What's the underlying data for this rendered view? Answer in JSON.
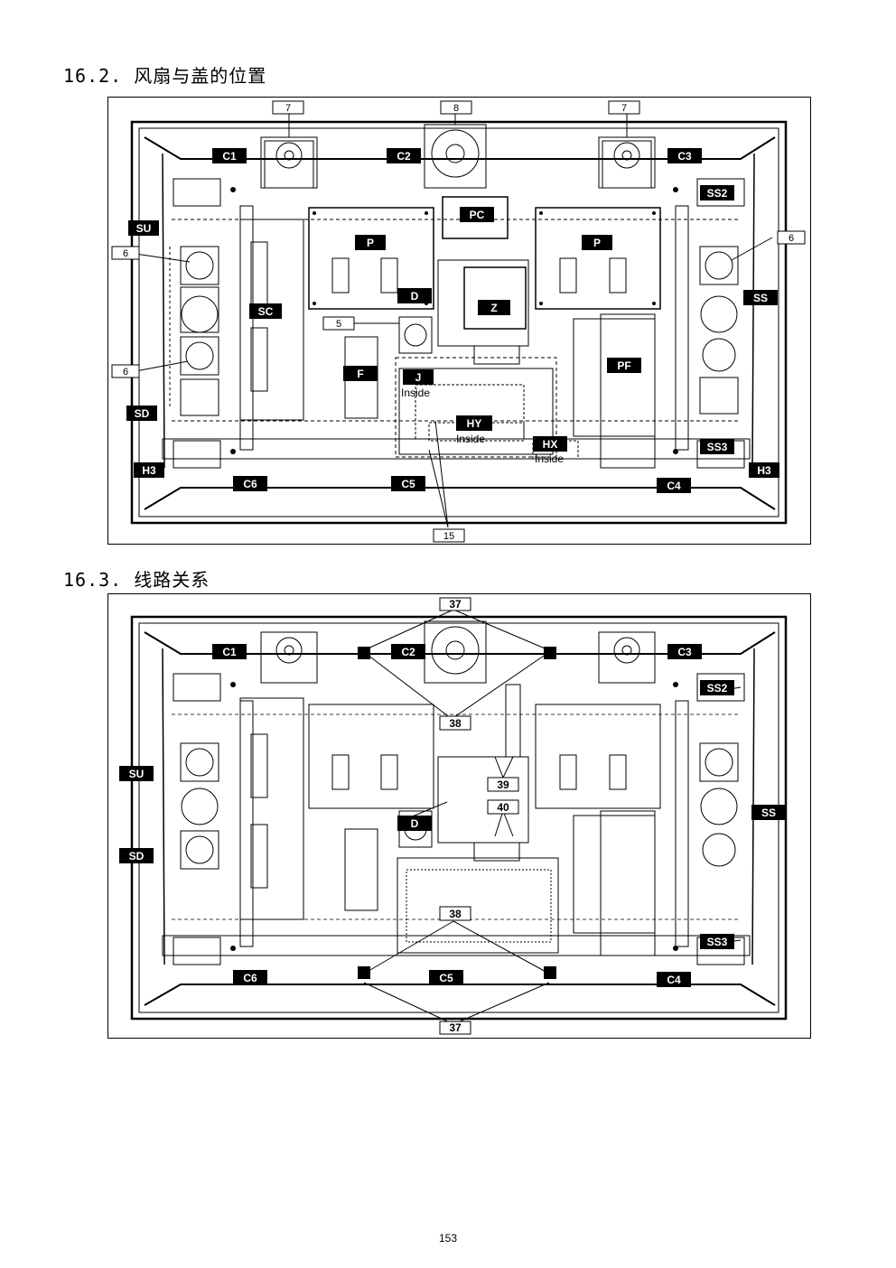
{
  "sections": [
    {
      "title": "16.2.  风扇与盖的位置"
    },
    {
      "title": "16.3.  线路关系"
    }
  ],
  "fig1": {
    "black_labels": [
      {
        "id": "C1",
        "t": "C1"
      },
      {
        "id": "C2",
        "t": "C2"
      },
      {
        "id": "C3",
        "t": "C3"
      },
      {
        "id": "SS2",
        "t": "SS2"
      },
      {
        "id": "SU",
        "t": "SU"
      },
      {
        "id": "PC",
        "t": "PC"
      },
      {
        "id": "P1",
        "t": "P"
      },
      {
        "id": "P2",
        "t": "P"
      },
      {
        "id": "D",
        "t": "D"
      },
      {
        "id": "Z",
        "t": "Z"
      },
      {
        "id": "SS",
        "t": "SS"
      },
      {
        "id": "SC",
        "t": "SC"
      },
      {
        "id": "F",
        "t": "F"
      },
      {
        "id": "J",
        "t": "J"
      },
      {
        "id": "PF",
        "t": "PF"
      },
      {
        "id": "SD",
        "t": "SD"
      },
      {
        "id": "HY",
        "t": "HY"
      },
      {
        "id": "HX",
        "t": "HX"
      },
      {
        "id": "SS3",
        "t": "SS3"
      },
      {
        "id": "H3L",
        "t": "H3"
      },
      {
        "id": "H3R",
        "t": "H3"
      },
      {
        "id": "C6",
        "t": "C6"
      },
      {
        "id": "C5",
        "t": "C5"
      },
      {
        "id": "C4",
        "t": "C4"
      }
    ],
    "callouts": [
      {
        "id": "n7a",
        "t": "7"
      },
      {
        "id": "n8",
        "t": "8"
      },
      {
        "id": "n7b",
        "t": "7"
      },
      {
        "id": "n6a",
        "t": "6"
      },
      {
        "id": "n6b",
        "t": "6"
      },
      {
        "id": "n6c",
        "t": "6"
      },
      {
        "id": "n5",
        "t": "5"
      },
      {
        "id": "n15",
        "t": "15"
      }
    ],
    "inside": [
      {
        "id": "in1",
        "t": "Inside"
      },
      {
        "id": "in2",
        "t": "Inside"
      },
      {
        "id": "in3",
        "t": "Inside"
      }
    ]
  },
  "fig2": {
    "black_labels": [
      {
        "id": "C1",
        "t": "C1"
      },
      {
        "id": "C2",
        "t": "C2"
      },
      {
        "id": "C3",
        "t": "C3"
      },
      {
        "id": "SS2",
        "t": "SS2"
      },
      {
        "id": "SU",
        "t": "SU"
      },
      {
        "id": "SD",
        "t": "SD"
      },
      {
        "id": "D",
        "t": "D"
      },
      {
        "id": "SS",
        "t": "SS"
      },
      {
        "id": "SS3",
        "t": "SS3"
      },
      {
        "id": "C6",
        "t": "C6"
      },
      {
        "id": "C5",
        "t": "C5"
      },
      {
        "id": "C4",
        "t": "C4"
      }
    ],
    "callouts": [
      {
        "id": "n37a",
        "t": "37"
      },
      {
        "id": "n38a",
        "t": "38"
      },
      {
        "id": "n39",
        "t": "39"
      },
      {
        "id": "n40",
        "t": "40"
      },
      {
        "id": "n38b",
        "t": "38"
      },
      {
        "id": "n37b",
        "t": "37"
      }
    ]
  },
  "page_number": "153"
}
